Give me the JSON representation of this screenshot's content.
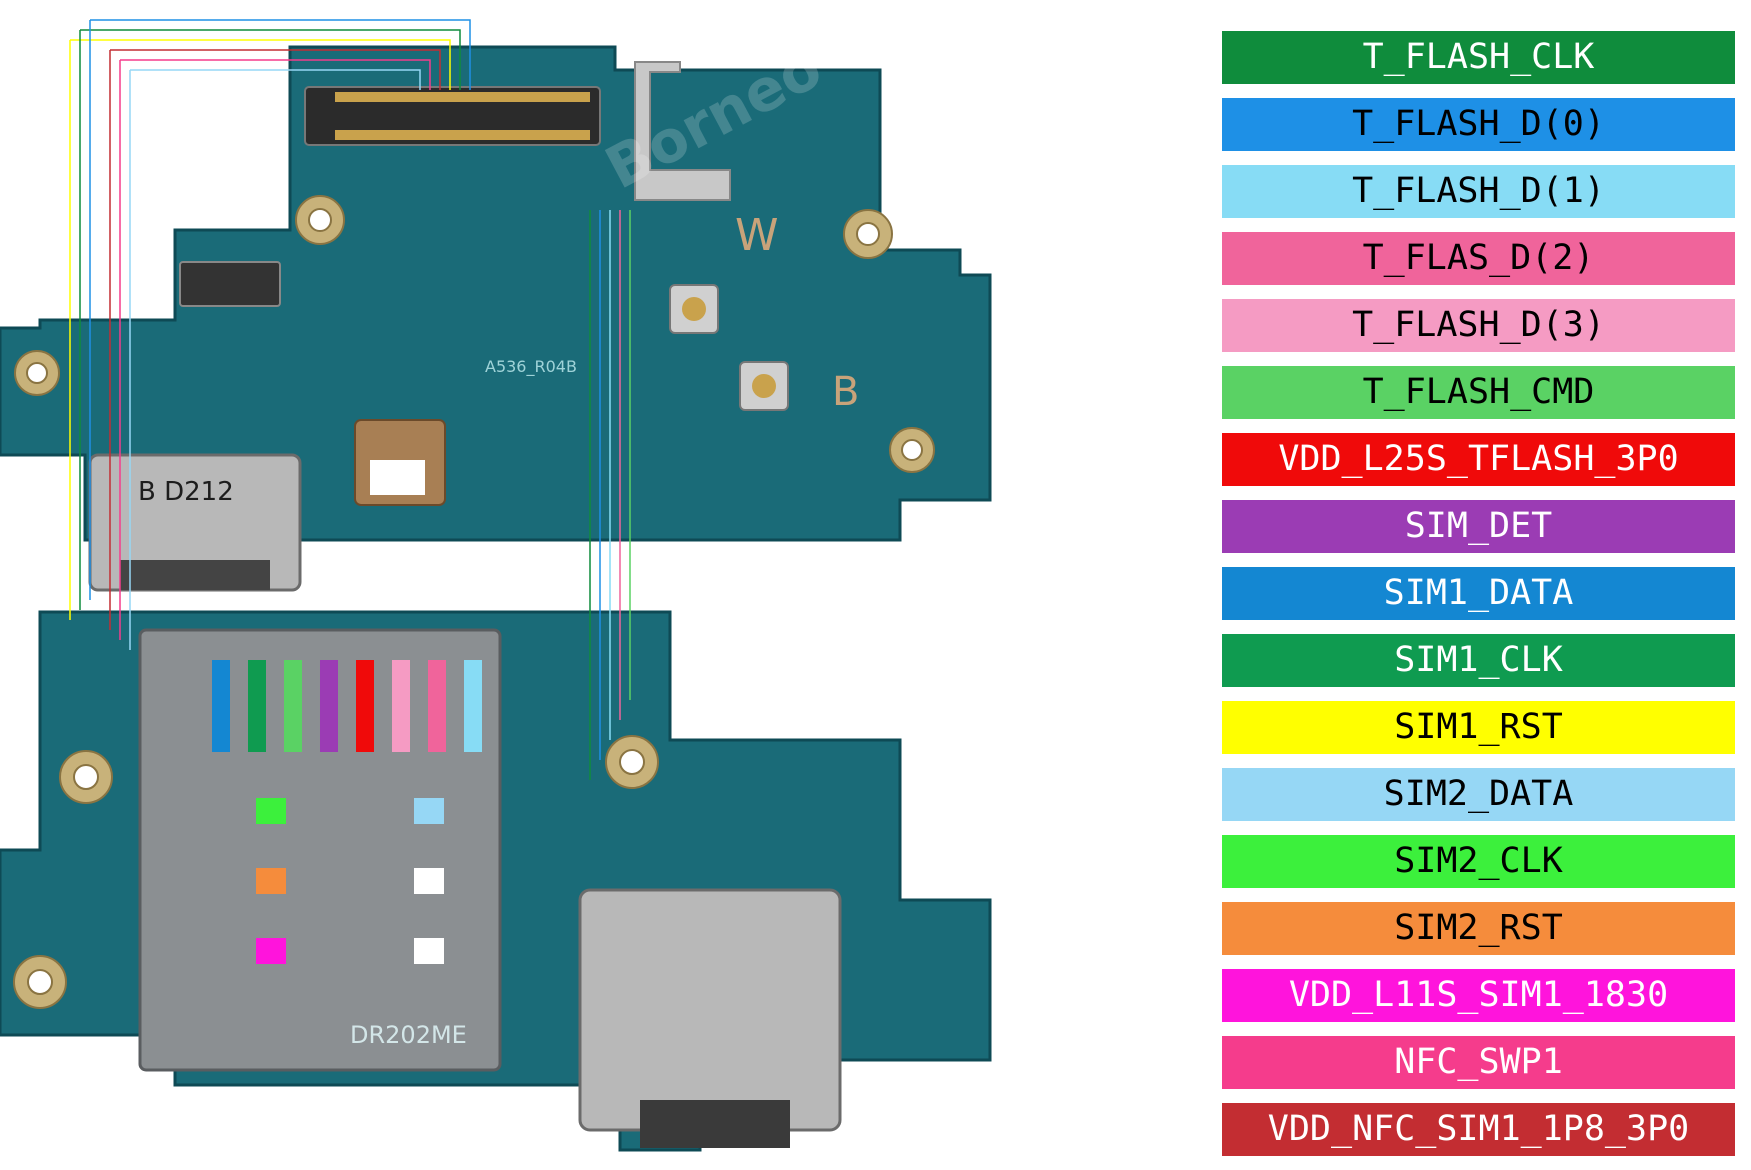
{
  "board": {
    "watermark": "Borneo Schematics",
    "markings": {
      "top_board_code": "A536_R04B",
      "connector_label": "B D212",
      "letter_w": "W",
      "letter_b": "B",
      "bottom_board_code": "DR202ME"
    }
  },
  "legend": [
    {
      "label": "T_FLASH_CLK",
      "color": "#0f8c3c",
      "text_color": "#ffffff"
    },
    {
      "label": "T_FLASH_D(0)",
      "color": "#1e90e6",
      "text_color": "#000000"
    },
    {
      "label": "T_FLASH_D(1)",
      "color": "#87dcf5",
      "text_color": "#000000"
    },
    {
      "label": "T_FLAS_D(2)",
      "color": "#f0649b",
      "text_color": "#000000"
    },
    {
      "label": "T_FLASH_D(3)",
      "color": "#f59bc3",
      "text_color": "#000000"
    },
    {
      "label": "T_FLASH_CMD",
      "color": "#5ad264",
      "text_color": "#000000"
    },
    {
      "label": "VDD_L25S_TFLASH_3P0",
      "color": "#f00a0a",
      "text_color": "#ffffff"
    },
    {
      "label": "SIM_DET",
      "color": "#9b3cb4",
      "text_color": "#ffffff"
    },
    {
      "label": "SIM1_DATA",
      "color": "#1487d2",
      "text_color": "#ffffff"
    },
    {
      "label": "SIM1_CLK",
      "color": "#0f9b50",
      "text_color": "#ffffff"
    },
    {
      "label": "SIM1_RST",
      "color": "#ffff00",
      "text_color": "#000000"
    },
    {
      "label": "SIM2_DATA",
      "color": "#96d7f5",
      "text_color": "#000000"
    },
    {
      "label": "SIM2_CLK",
      "color": "#3cf03c",
      "text_color": "#000000"
    },
    {
      "label": "SIM2_RST",
      "color": "#f58c3c",
      "text_color": "#000000"
    },
    {
      "label": "VDD_L11S_SIM1_1830",
      "color": "#ff14dc",
      "text_color": "#ffffff"
    },
    {
      "label": "NFC_SWP1",
      "color": "#f53c8c",
      "text_color": "#ffffff"
    },
    {
      "label": "VDD_NFC_SIM1_1P8_3P0",
      "color": "#c32d32",
      "text_color": "#ffffff"
    }
  ]
}
